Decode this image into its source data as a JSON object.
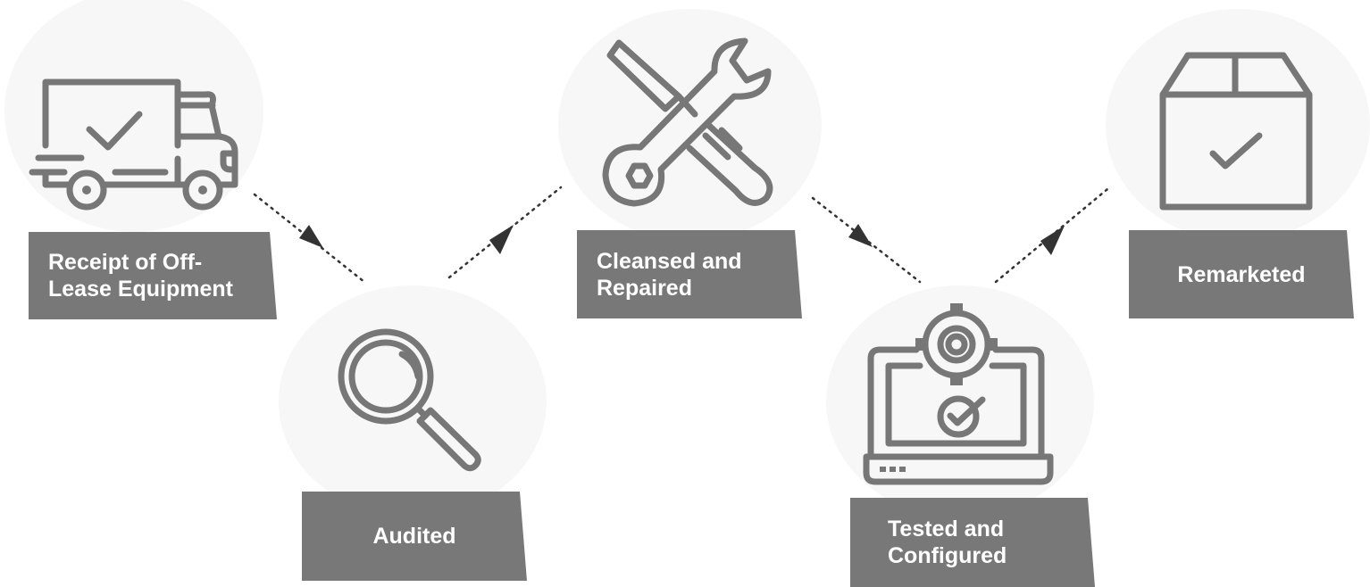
{
  "steps": [
    {
      "label": "Receipt of Off-\nLease Equipment",
      "icon": "delivery-truck-check-icon"
    },
    {
      "label": "Audited",
      "icon": "magnifying-glass-icon"
    },
    {
      "label": "Cleansed and\nRepaired",
      "icon": "wrench-screwdriver-icon"
    },
    {
      "label": "Tested and\nConfigured",
      "icon": "laptop-gear-check-icon"
    },
    {
      "label": "Remarketed",
      "icon": "box-check-icon"
    }
  ],
  "colors": {
    "icon": "#777777",
    "label_bg": "#787878",
    "arrow": "#333333",
    "circle": "#f7f7f7"
  }
}
